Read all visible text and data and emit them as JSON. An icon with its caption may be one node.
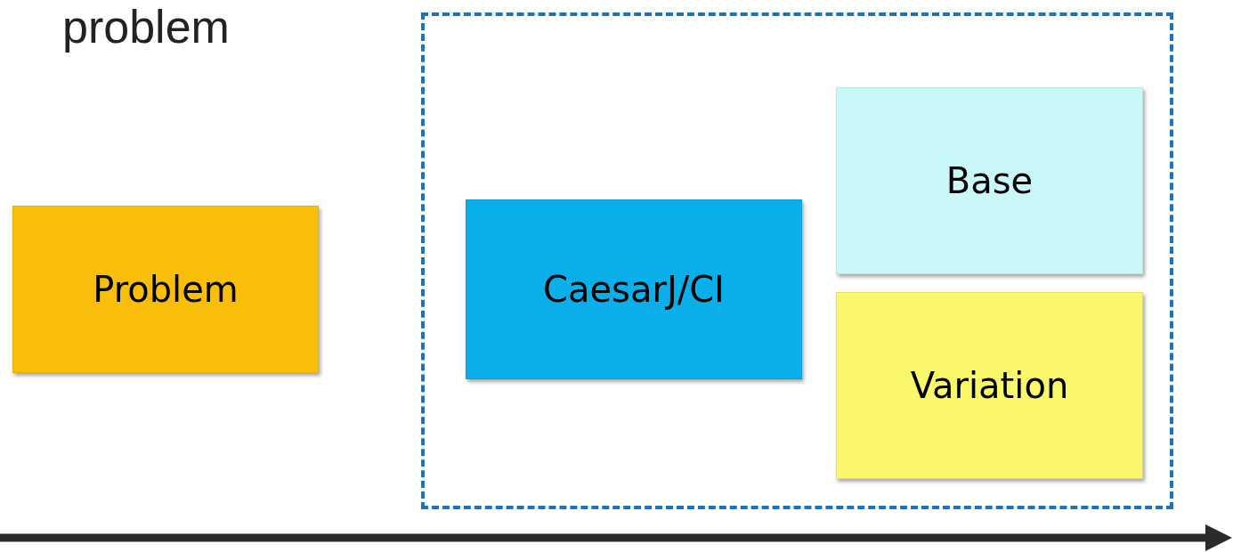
{
  "diagram": {
    "nodes": [
      {
        "text": [
          "Problem"
        ]
      },
      {
        "text": [],
        "shape": "box"
      },
      {
        "text": [
          "CaesarJ/CI"
        ],
        "in": 1
      },
      {
        "text": [
          "Base"
        ],
        "in": 1
      },
      {
        "text": [
          "Variation"
        ],
        "in": 1
      }
    ],
    "labels": [
      "problem"
    ]
  }
}
